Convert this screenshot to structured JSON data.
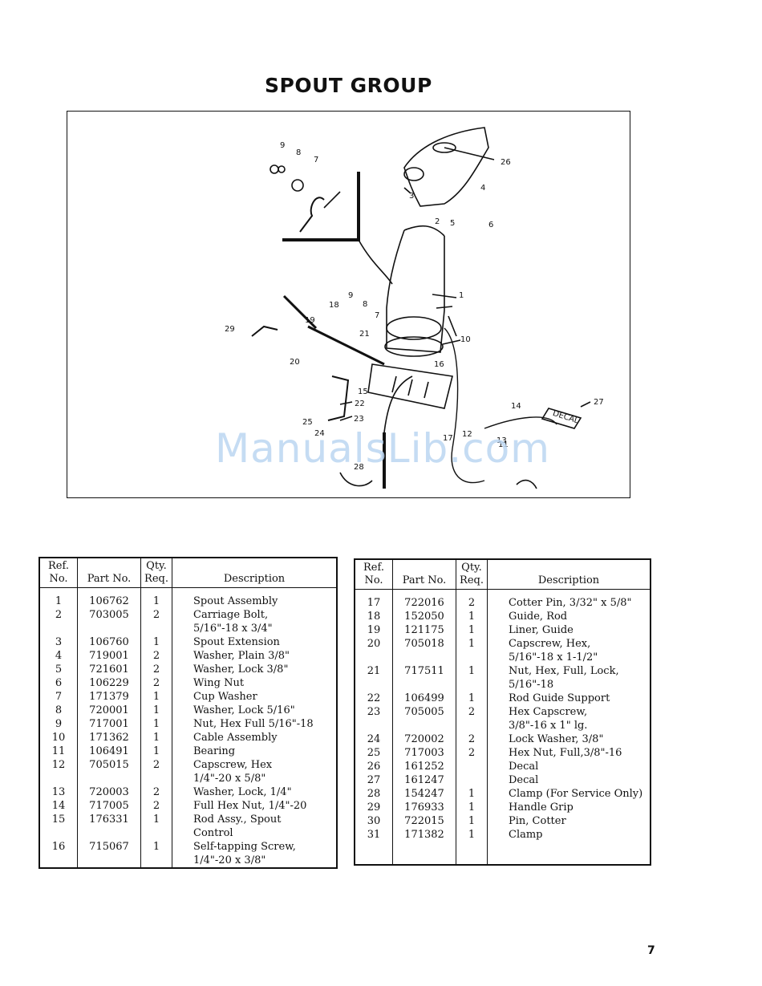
{
  "title": "SPOUT GROUP",
  "watermark": "ManualsLib.com",
  "page_number": "7",
  "diagram": {
    "callouts": [
      "1",
      "2",
      "3",
      "4",
      "5",
      "6",
      "7",
      "8",
      "9",
      "10",
      "11",
      "12",
      "13",
      "14",
      "15",
      "16",
      "17",
      "18",
      "19",
      "20",
      "21",
      "22",
      "23",
      "24",
      "25",
      "26",
      "27",
      "28",
      "29",
      "7",
      "8",
      "9"
    ],
    "decal_text": "DECAL"
  },
  "table_headers": {
    "ref": "Ref. No.",
    "part": "Part No.",
    "qty": "Qty. Req.",
    "desc": "Description"
  },
  "left_table": [
    {
      "ref": "1",
      "part": "106762",
      "qty": "1",
      "desc": "Spout Assembly"
    },
    {
      "ref": "2",
      "part": "703005",
      "qty": "2",
      "desc": "Carriage Bolt,"
    },
    {
      "ref": "",
      "part": "",
      "qty": "",
      "desc": "5/16\"-18 x 3/4\""
    },
    {
      "ref": "3",
      "part": "106760",
      "qty": "1",
      "desc": "Spout Extension"
    },
    {
      "ref": "4",
      "part": "719001",
      "qty": "2",
      "desc": "Washer, Plain 3/8\""
    },
    {
      "ref": "5",
      "part": "721601",
      "qty": "2",
      "desc": "Washer, Lock 3/8\""
    },
    {
      "ref": "6",
      "part": "106229",
      "qty": "2",
      "desc": "Wing Nut"
    },
    {
      "ref": "7",
      "part": "171379",
      "qty": "1",
      "desc": "Cup Washer"
    },
    {
      "ref": "8",
      "part": "720001",
      "qty": "1",
      "desc": "Washer, Lock 5/16\""
    },
    {
      "ref": "9",
      "part": "717001",
      "qty": "1",
      "desc": "Nut, Hex Full 5/16\"-18"
    },
    {
      "ref": "10",
      "part": "171362",
      "qty": "1",
      "desc": "Cable Assembly"
    },
    {
      "ref": "11",
      "part": "106491",
      "qty": "1",
      "desc": "Bearing"
    },
    {
      "ref": "12",
      "part": "705015",
      "qty": "2",
      "desc": "Capscrew, Hex"
    },
    {
      "ref": "",
      "part": "",
      "qty": "",
      "desc": "1/4\"-20 x 5/8\""
    },
    {
      "ref": "13",
      "part": "720003",
      "qty": "2",
      "desc": "Washer, Lock, 1/4\""
    },
    {
      "ref": "14",
      "part": "717005",
      "qty": "2",
      "desc": "Full Hex Nut, 1/4\"-20"
    },
    {
      "ref": "15",
      "part": "176331",
      "qty": "1",
      "desc": "Rod Assy., Spout"
    },
    {
      "ref": "",
      "part": "",
      "qty": "",
      "desc": "Control"
    },
    {
      "ref": "16",
      "part": "715067",
      "qty": "1",
      "desc": "Self-tapping Screw,"
    },
    {
      "ref": "",
      "part": "",
      "qty": "",
      "desc": "1/4\"-20 x 3/8\""
    }
  ],
  "right_table": [
    {
      "ref": "17",
      "part": "722016",
      "qty": "2",
      "desc": "Cotter Pin, 3/32\" x 5/8\""
    },
    {
      "ref": "18",
      "part": "152050",
      "qty": "1",
      "desc": "Guide, Rod"
    },
    {
      "ref": "19",
      "part": "121175",
      "qty": "1",
      "desc": "Liner, Guide"
    },
    {
      "ref": "20",
      "part": "705018",
      "qty": "1",
      "desc": "Capscrew, Hex,"
    },
    {
      "ref": "",
      "part": "",
      "qty": "",
      "desc": "5/16\"-18 x 1-1/2\""
    },
    {
      "ref": "21",
      "part": "717511",
      "qty": "1",
      "desc": "Nut, Hex, Full, Lock,"
    },
    {
      "ref": "",
      "part": "",
      "qty": "",
      "desc": "5/16\"-18"
    },
    {
      "ref": "22",
      "part": "106499",
      "qty": "1",
      "desc": "Rod Guide Support"
    },
    {
      "ref": "23",
      "part": "705005",
      "qty": "2",
      "desc": "Hex Capscrew,"
    },
    {
      "ref": "",
      "part": "",
      "qty": "",
      "desc": "3/8\"-16 x 1\" lg."
    },
    {
      "ref": "24",
      "part": "720002",
      "qty": "2",
      "desc": "Lock Washer, 3/8\""
    },
    {
      "ref": "25",
      "part": "717003",
      "qty": "2",
      "desc": "Hex Nut, Full,3/8\"-16"
    },
    {
      "ref": "26",
      "part": "161252",
      "qty": "",
      "desc": "Decal"
    },
    {
      "ref": "27",
      "part": "161247",
      "qty": "",
      "desc": "Decal"
    },
    {
      "ref": "28",
      "part": "154247",
      "qty": "1",
      "desc": "Clamp (For Service Only)"
    },
    {
      "ref": "29",
      "part": "176933",
      "qty": "1",
      "desc": "Handle Grip"
    },
    {
      "ref": "30",
      "part": "722015",
      "qty": "1",
      "desc": "Pin, Cotter"
    },
    {
      "ref": "31",
      "part": "171382",
      "qty": "1",
      "desc": "Clamp"
    }
  ]
}
